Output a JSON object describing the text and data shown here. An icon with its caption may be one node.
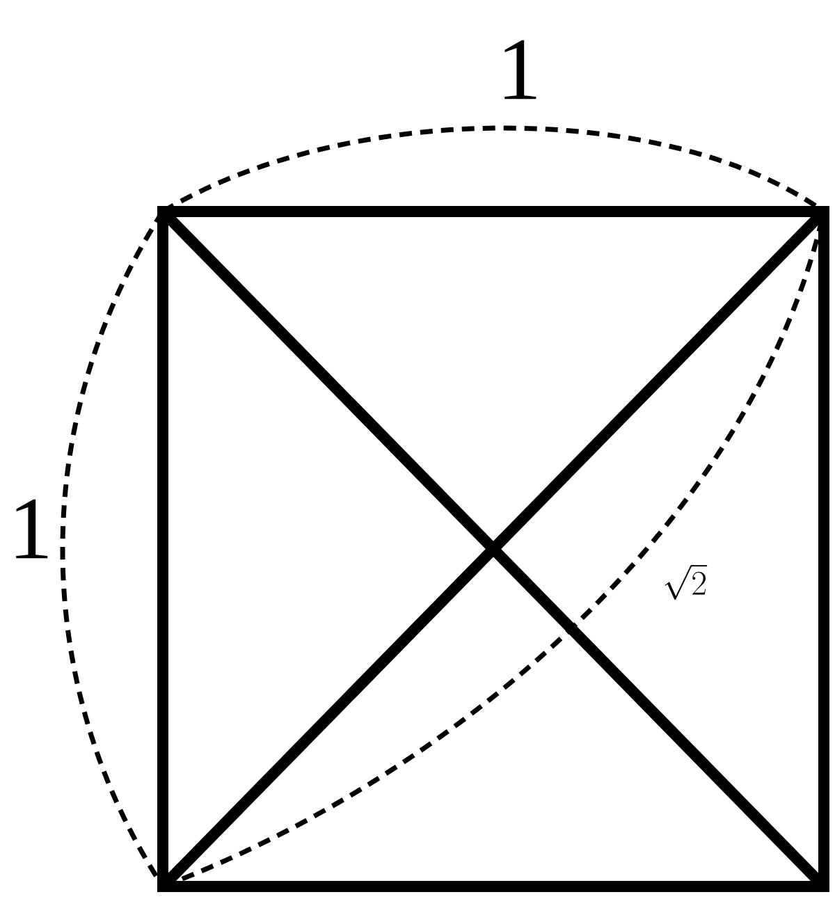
{
  "diagram": {
    "labels": [
      "1",
      "1",
      "\\sqrt{2}"
    ]
  }
}
